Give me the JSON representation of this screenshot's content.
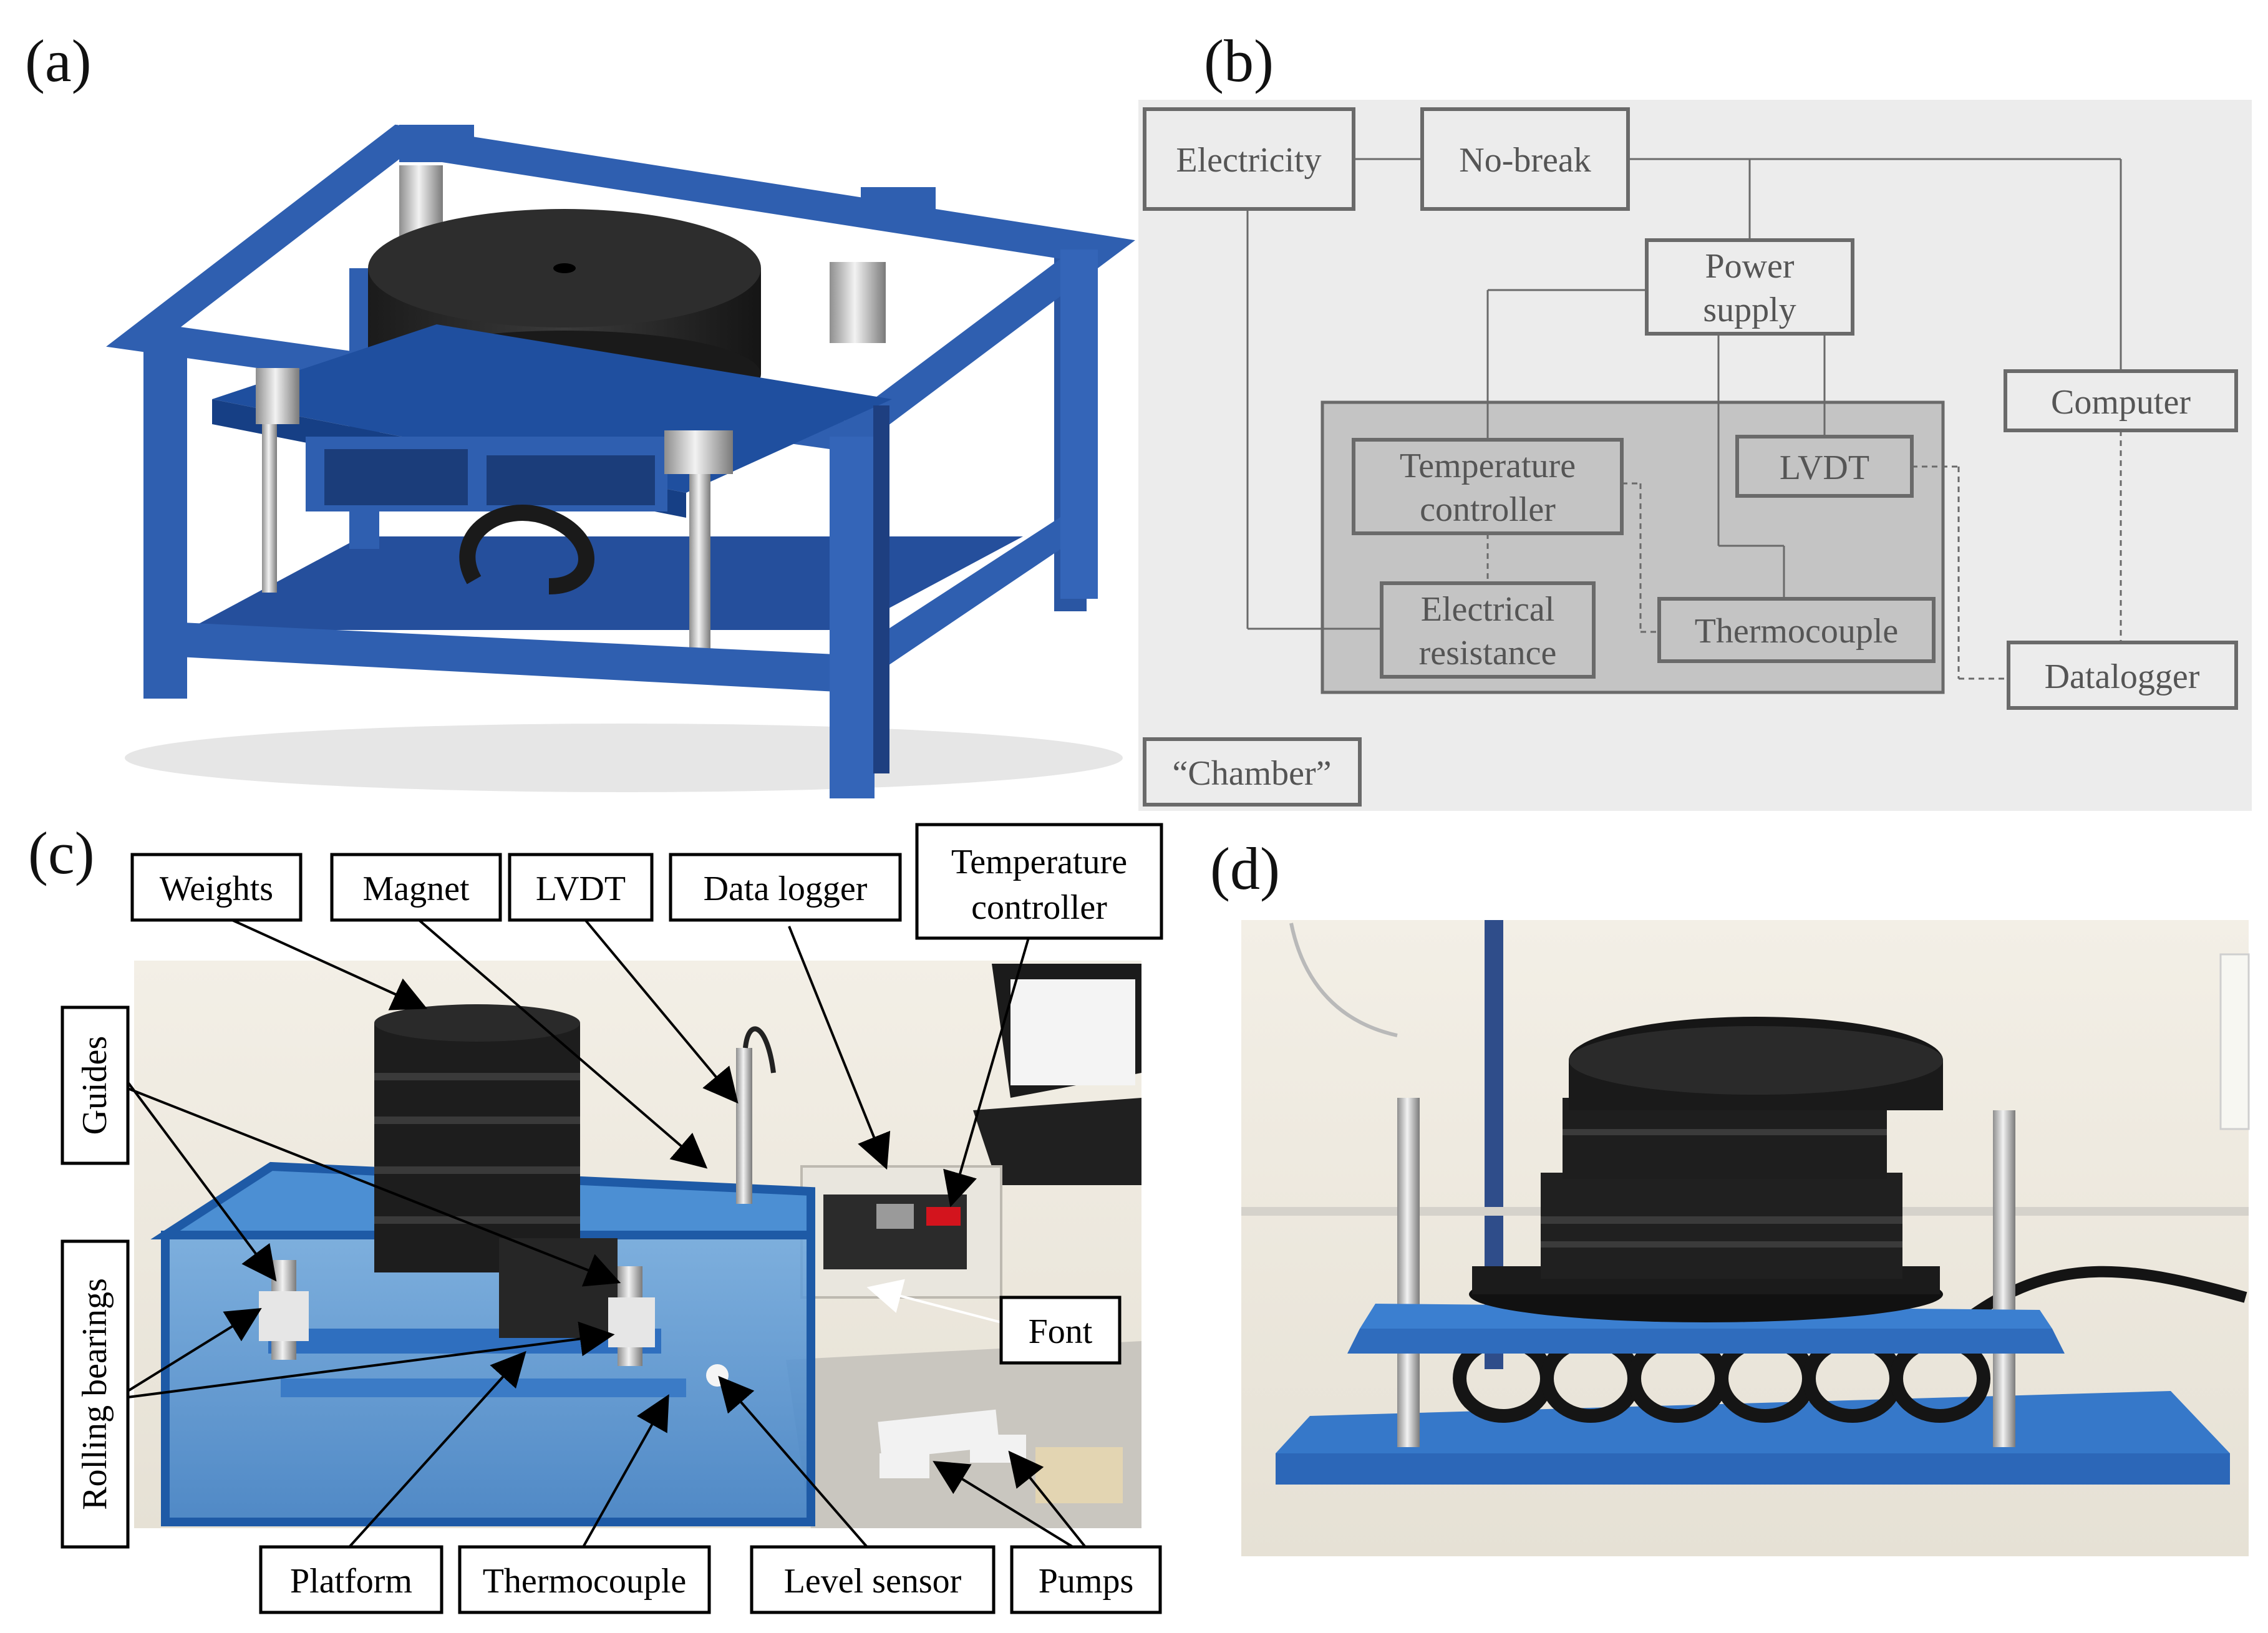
{
  "panels": {
    "a": {
      "letter": "(a)"
    },
    "b": {
      "letter": "(b)"
    },
    "c": {
      "letter": "(c)"
    },
    "d": {
      "letter": "(d)"
    }
  },
  "diagram_b": {
    "nodes": {
      "electricity": [
        "Electricity"
      ],
      "nobreak": [
        "No-break"
      ],
      "power_supply": [
        "Power",
        "supply"
      ],
      "computer": [
        "Computer"
      ],
      "temperature_controller": [
        "Temperature",
        "controller"
      ],
      "lvdt": [
        "LVDT"
      ],
      "electrical_resistance": [
        "Electrical",
        "resistance"
      ],
      "thermocouple": [
        "Thermocouple"
      ],
      "datalogger": [
        "Datalogger"
      ]
    },
    "legend_chamber": "“Chamber”"
  },
  "callouts_c": {
    "weights": "Weights",
    "magnet": "Magnet",
    "lvdt": "LVDT",
    "data_logger": "Data logger",
    "temperature_controller": [
      "Temperature",
      "controller"
    ],
    "guides": "Guides",
    "rolling_bearings": "Rolling bearings",
    "font": "Font",
    "platform": "Platform",
    "thermocouple": "Thermocouple",
    "level_sensor": "Level sensor",
    "pumps": "Pumps"
  },
  "colors": {
    "frame_blue": "#2f5fb0",
    "frame_dark": "#1e3f80",
    "diagram_bg": "#ececec",
    "chamber_fill": "#c4c4c4",
    "line_grey": "#6a6a6a"
  }
}
